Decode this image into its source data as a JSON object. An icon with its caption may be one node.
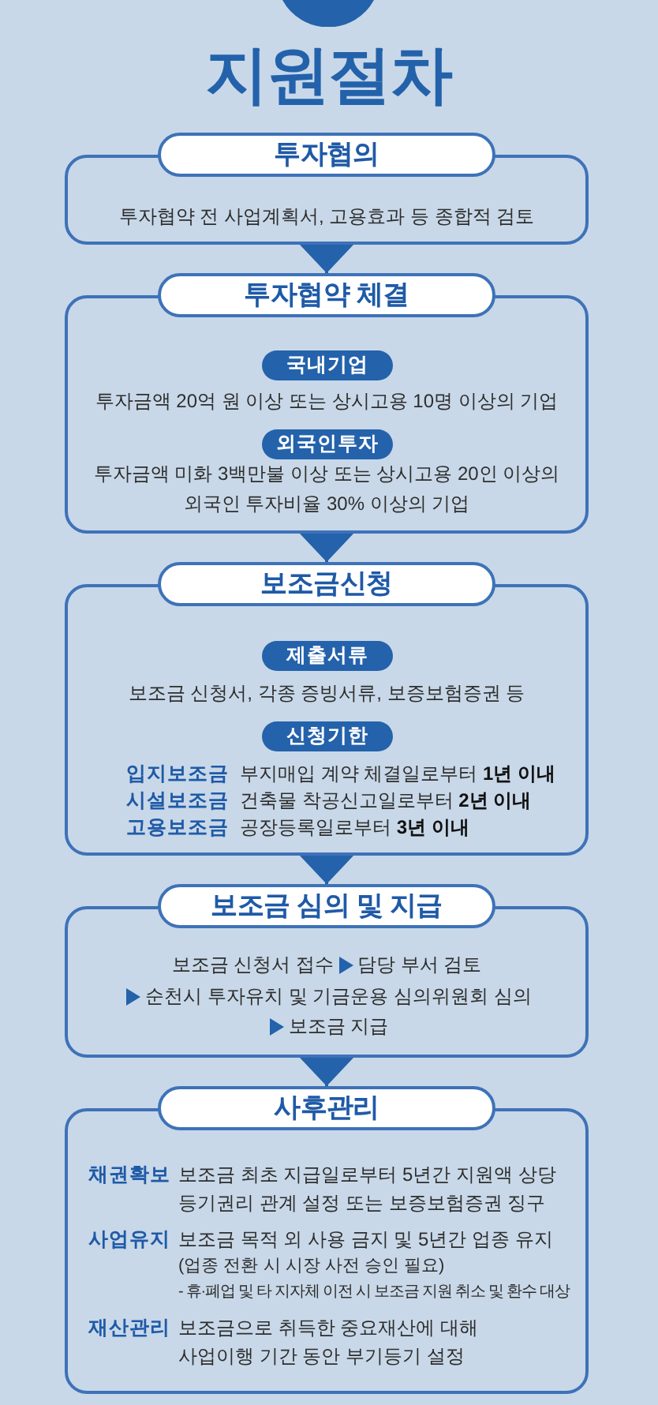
{
  "diagram": {
    "title": "지원절차",
    "nodes": [
      {
        "text": [
          "투자협의",
          "투자협약 전 사업계획서, 고용효과 등 종합적 검토"
        ]
      },
      {
        "text": [
          "투자협약 체결"
        ]
      },
      {
        "text": [
          "국내기업"
        ],
        "in": 1,
        "beside": [
          "투자금액 20억 원 이상 또는 상시고용 10명 이상의 기업"
        ]
      },
      {
        "text": [
          "외국인투자"
        ],
        "in": 1,
        "beside": [
          "투자금액 미화 3백만불 이상 또는 상시고용 20인 이상의 외국인 투자비율 30% 이상의 기업"
        ]
      },
      {
        "text": [
          "보조금신청"
        ]
      },
      {
        "text": [
          "제출서류"
        ],
        "in": 4,
        "beside": [
          "보조금 신청서, 각종 증빙서류, 보증보험증권 등"
        ]
      },
      {
        "text": [
          "신청기한"
        ],
        "in": 4,
        "beside": [
          "입지보조금",
          "부지매입 계약 체결일로부터 **1년 이내**",
          "시설보조금",
          "건축물 착공신고일로부터 **2년 이내**",
          "고용보조금",
          "공장등록일로부터 **3년 이내**"
        ]
      },
      {
        "text": [
          "보조금 심의 및 지급",
          "보조금 신청서 접수",
          "담당 부서 검토",
          "순천시 투자유치 및 기금운용 심의위원회 심의",
          "보조금 지급"
        ]
      },
      {
        "text": [
          "사후관리",
          "채권확보",
          "보조금 최초 지급일로부터 5년간 지원액 상당 등기권리 관계 설정 또는 보증보험증권 징구",
          "사업유지",
          "보조금 목적 외 사용 금지 및 5년간 업종 유지",
          "(업종 전환 시 시장 사전 승인 필요)",
          "- 휴·폐업 및 타 지자체 이전 시 보조금 지원 취소 및 환수 대상",
          "재산관리",
          "보조금으로 취득한 중요재산에 대해 사업이행 기간 동안 부기등기 설정"
        ]
      }
    ],
    "edges": [
      {
        "from": 0,
        "to": 1,
        "arrow": "to"
      },
      {
        "from": 1,
        "to": 4,
        "arrow": "to"
      },
      {
        "from": 4,
        "to": 7,
        "arrow": "to"
      },
      {
        "from": 7,
        "to": 8,
        "arrow": "to"
      }
    ]
  }
}
